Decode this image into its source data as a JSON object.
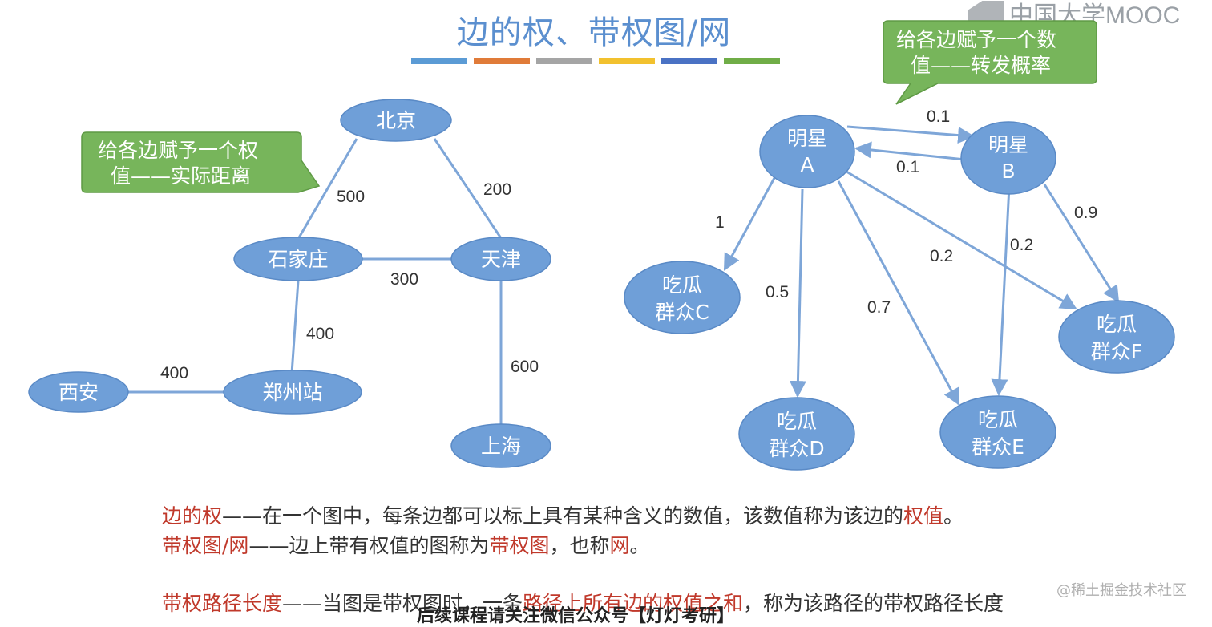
{
  "title": "边的权、带权图/网",
  "accent_stripes": [
    "#5b9bd5",
    "#e07b39",
    "#a5a5a5",
    "#f2c12e",
    "#4a72c4",
    "#70ad47"
  ],
  "logo": {
    "text": "中国大学MOOC"
  },
  "colors": {
    "node_fill": "#6f9fd8",
    "edge": "#7ea6d8",
    "callout_fill": "#77b55b",
    "highlight": "#c0392b",
    "text": "#333333"
  },
  "left_graph": {
    "callout": {
      "line1": "给各边赋予一个权",
      "line2": "值——实际距离"
    },
    "nodes": {
      "beijing": "北京",
      "shijiazhuang": "石家庄",
      "tianjin": "天津",
      "xian": "西安",
      "zhengzhou": "郑州站",
      "shanghai": "上海"
    },
    "edges": [
      {
        "from": "北京",
        "to": "石家庄",
        "weight": "500"
      },
      {
        "from": "北京",
        "to": "天津",
        "weight": "200"
      },
      {
        "from": "石家庄",
        "to": "天津",
        "weight": "300"
      },
      {
        "from": "石家庄",
        "to": "郑州站",
        "weight": "400"
      },
      {
        "from": "西安",
        "to": "郑州站",
        "weight": "400"
      },
      {
        "from": "天津",
        "to": "上海",
        "weight": "600"
      }
    ]
  },
  "right_graph": {
    "callout": {
      "line1": "给各边赋予一个数",
      "line2": "值——转发概率"
    },
    "nodes": {
      "a": [
        "明星",
        "A"
      ],
      "b": [
        "明星",
        "B"
      ],
      "c": [
        "吃瓜",
        "群众C"
      ],
      "d": [
        "吃瓜",
        "群众D"
      ],
      "e": [
        "吃瓜",
        "群众E"
      ],
      "f": [
        "吃瓜",
        "群众F"
      ]
    },
    "edges": [
      {
        "from": "明星A",
        "to": "明星B",
        "weight": "0.1"
      },
      {
        "from": "明星B",
        "to": "明星A",
        "weight": "0.1"
      },
      {
        "from": "明星A",
        "to": "吃瓜群众C",
        "weight": "1"
      },
      {
        "from": "明星A",
        "to": "吃瓜群众D",
        "weight": "0.5"
      },
      {
        "from": "明星A",
        "to": "吃瓜群众E",
        "weight": "0.7"
      },
      {
        "from": "明星A",
        "to": "吃瓜群众F",
        "weight": "0.2"
      },
      {
        "from": "明星B",
        "to": "吃瓜群众E",
        "weight": "0.2"
      },
      {
        "from": "明星B",
        "to": "吃瓜群众F",
        "weight": "0.9"
      }
    ]
  },
  "definitions": {
    "line1": {
      "term": "边的权",
      "body": "——在一个图中，每条边都可以标上具有某种含义的数值，该数值称为该边的",
      "term2": "权值",
      "end": "。"
    },
    "line2": {
      "term": "带权图/网",
      "body": "——边上带有权值的图称为",
      "term2": "带权图",
      "mid": "，也称",
      "term3": "网",
      "end": "。"
    },
    "line3": {
      "term": "带权路径长度",
      "body": "——当图是带权图时，一条",
      "term2": "路径上所有边的权值之和",
      "end": "，称为该路径的带权路径长度"
    }
  },
  "watermarks": {
    "bottom": "后续课程请关注微信公众号【灯灯考研】",
    "right": "@稀土掘金技术社区"
  }
}
